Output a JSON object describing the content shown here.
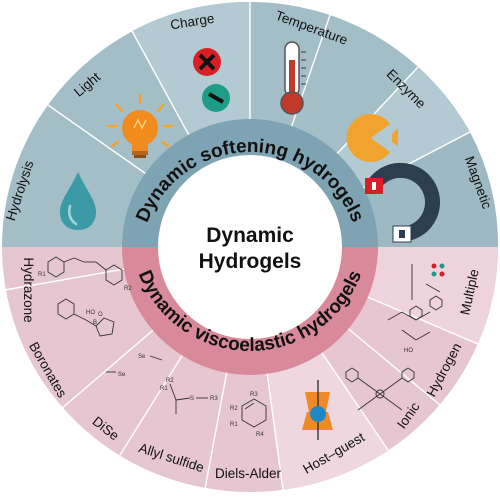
{
  "center": {
    "line1": "Dynamic",
    "line2": "Hydrogels"
  },
  "rings": {
    "softening": "Dynamic softening hydrogels",
    "viscoelastic": "Dynamic viscoelastic hydrogels"
  },
  "softening_stimuli": [
    "Hydrolysis",
    "Light",
    "Charge",
    "Temperature",
    "Enzyme",
    "Magnetic"
  ],
  "viscoelastic_bonds": [
    "Hydrazone",
    "Boronates",
    "DiSe",
    "Allyl sulfide",
    "Diels-Alder",
    "Host–guest",
    "Ionic",
    "Hydrogen",
    "Multiple"
  ],
  "chem_labels": {
    "hydrazone_r1": "R1",
    "hydrazone_r2": "R2",
    "boronates_b": "B",
    "boronates_o": "O",
    "boronates_ho": "HO",
    "dise_se1": "Se",
    "dise_se2": "Se",
    "allyl_s": "S",
    "allyl_r1": "R1",
    "allyl_r2": "R2",
    "allyl_r3": "R3",
    "da_r1": "R1",
    "da_r2": "R2",
    "da_r3": "R3",
    "da_r4": "R4",
    "hydrogen_ho": "HO"
  },
  "colors": {
    "softening_outer": "#a4bec8",
    "softening_mid": "#7ea3b2",
    "viscoelastic_outer": "#e6c7d1",
    "viscoelastic_mid": "#d98a9a",
    "charge_plus": "#d81f26",
    "charge_minus": "#1d9c88",
    "thermometer": "#c0392b",
    "enzyme": "#f2a22e",
    "water_drop": "#3c9aa6",
    "bulb": "#f28b1e",
    "magnet": "#2c3e50",
    "host_guest_ring": "#ef8a2a",
    "host_guest_guest": "#1e88c7"
  }
}
